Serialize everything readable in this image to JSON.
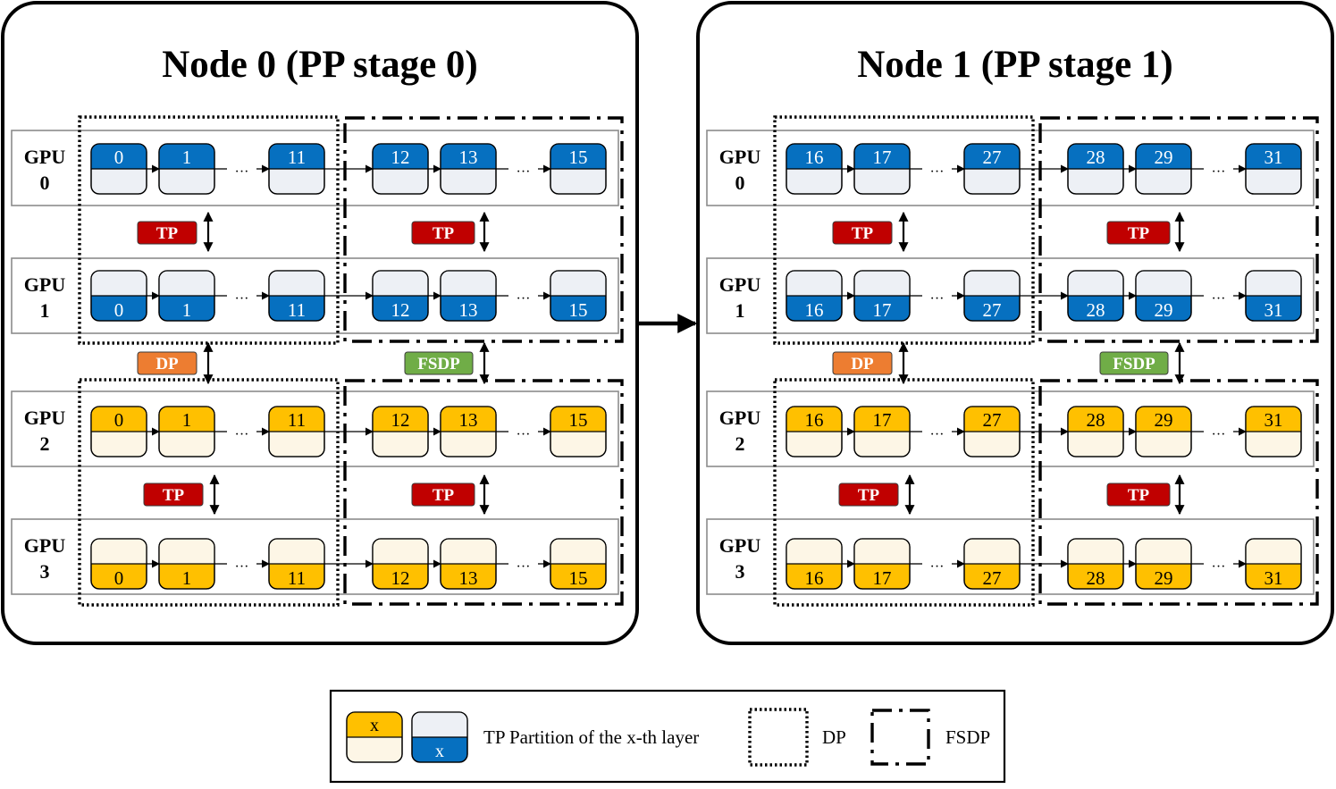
{
  "nodes": [
    {
      "title": "Node 0 (PP stage 0)",
      "gpus": [
        {
          "label": [
            "GPU",
            "0"
          ],
          "color": "blue",
          "pos": "top"
        },
        {
          "label": [
            "GPU",
            "1"
          ],
          "color": "blue",
          "pos": "bottom"
        },
        {
          "label": [
            "GPU",
            "2"
          ],
          "color": "orange",
          "pos": "top"
        },
        {
          "label": [
            "GPU",
            "3"
          ],
          "color": "orange",
          "pos": "bottom"
        }
      ],
      "dp_layers": [
        "0",
        "1",
        "11"
      ],
      "fsdp_layers": [
        "12",
        "13",
        "15"
      ],
      "ellipsis": "···",
      "left_badges": [
        "TP",
        "DP",
        "TP"
      ],
      "right_badges": [
        "TP",
        "FSDP",
        "TP"
      ]
    },
    {
      "title": "Node 1 (PP stage 1)",
      "gpus": [
        {
          "label": [
            "GPU",
            "0"
          ],
          "color": "blue",
          "pos": "top"
        },
        {
          "label": [
            "GPU",
            "1"
          ],
          "color": "blue",
          "pos": "bottom"
        },
        {
          "label": [
            "GPU",
            "2"
          ],
          "color": "orange",
          "pos": "top"
        },
        {
          "label": [
            "GPU",
            "3"
          ],
          "color": "orange",
          "pos": "bottom"
        }
      ],
      "dp_layers": [
        "16",
        "17",
        "27"
      ],
      "fsdp_layers": [
        "28",
        "29",
        "31"
      ],
      "ellipsis": "···",
      "left_badges": [
        "TP",
        "DP",
        "TP"
      ],
      "right_badges": [
        "TP",
        "FSDP",
        "TP"
      ]
    }
  ],
  "legend": {
    "sample_orange": "x",
    "sample_blue": "x",
    "tp_label": "TP Partition of the x-th layer",
    "dp_label": "DP",
    "fsdp_label": "FSDP"
  },
  "colors": {
    "blue": "#0670c0",
    "blue_light": "#edf0f5",
    "orange": "#ffc000",
    "orange_light": "#fdf6e6",
    "tp_badge": "#c00000",
    "dp_badge": "#ed7d31",
    "fsdp_badge": "#70ad47",
    "gpu_frame": "#8c8c8c",
    "ink": "#000000"
  }
}
